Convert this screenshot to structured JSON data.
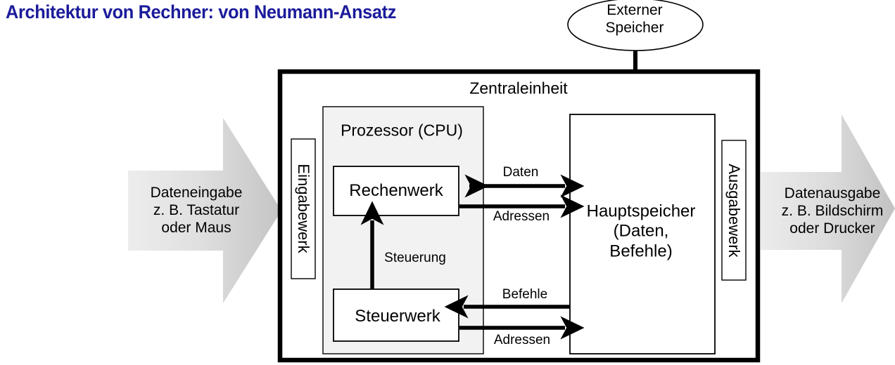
{
  "title": "Architektur von Rechner: von Neumann-Ansatz",
  "colors": {
    "title": "#1b1b9b",
    "stroke": "#000000",
    "cpu_fill": "#f2f2f2",
    "box_fill": "#ffffff",
    "arrow_gradient_light": "#ebebeb",
    "arrow_gradient_dark": "#c9c9c9"
  },
  "diagram": {
    "type": "block-diagram",
    "external_storage": {
      "label_line1": "Externer",
      "label_line2": "Speicher",
      "shape": "ellipse"
    },
    "central_unit": {
      "label": "Zentraleinheit",
      "processor": {
        "label": "Prozessor (CPU)",
        "units": [
          {
            "name": "rechenwerk",
            "label": "Rechenwerk"
          },
          {
            "name": "steuerwerk",
            "label": "Steuerwerk"
          }
        ],
        "internal_arrow": {
          "label": "Steuerung",
          "from": "Steuerwerk",
          "to": "Rechenwerk",
          "direction": "up"
        }
      },
      "input_unit": {
        "label": "Eingabewerk",
        "orientation": "vertical"
      },
      "output_unit": {
        "label": "Ausgabewerk",
        "orientation": "vertical"
      },
      "memory": {
        "label_line1": "Hauptspeicher",
        "label_line2": "(Daten,",
        "label_line3": "Befehle)"
      },
      "buses": [
        {
          "label": "Daten",
          "from": "Rechenwerk",
          "to": "Hauptspeicher",
          "direction": "both"
        },
        {
          "label": "Adressen",
          "from": "Rechenwerk",
          "to": "Hauptspeicher",
          "direction": "right"
        },
        {
          "label": "Befehle",
          "from": "Hauptspeicher",
          "to": "Steuerwerk",
          "direction": "left"
        },
        {
          "label": "Adressen",
          "from": "Steuerwerk",
          "to": "Hauptspeicher",
          "direction": "right"
        }
      ]
    },
    "data_input": {
      "line1": "Dateneingabe",
      "line2": "z. B. Tastatur",
      "line3": "oder Maus",
      "shape": "block-arrow-right"
    },
    "data_output": {
      "line1": "Datenausgabe",
      "line2": "z. B. Bildschirm",
      "line3": "oder Drucker",
      "shape": "block-arrow-right"
    }
  }
}
